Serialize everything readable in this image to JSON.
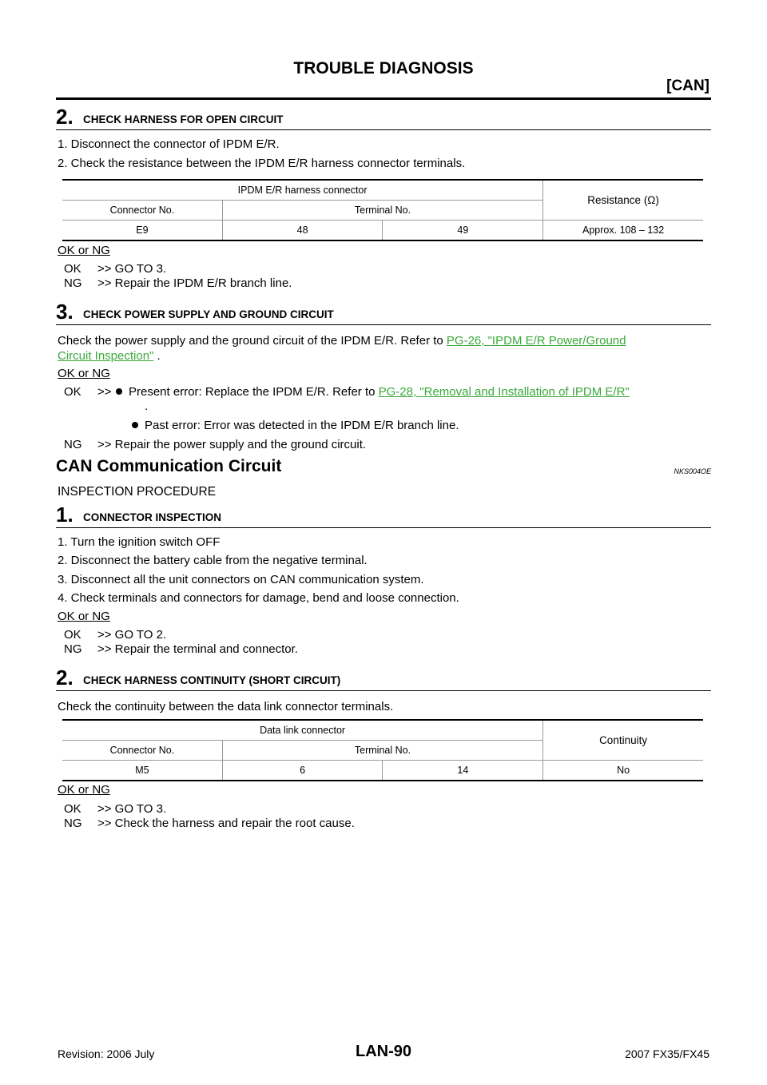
{
  "header": {
    "title": "TROUBLE DIAGNOSIS",
    "section": "[CAN]"
  },
  "step_a": {
    "num": "2.",
    "label": "CHECK HARNESS FOR OPEN CIRCUIT",
    "lines": [
      "1. Disconnect the connector of IPDM  E/R.",
      "2. Check the resistance between the IPDM  E/R harness connector terminals."
    ],
    "table": {
      "group": "IPDM  E/R harness connector",
      "col_conn": "Connector No.",
      "col_term": "Terminal No.",
      "col_res": "Resistance (Ω)",
      "row": [
        "E9",
        "48",
        "49",
        "Approx. 108 – 132"
      ]
    },
    "okng": "OK or NG",
    "ok_key": "OK",
    "ok": ">> GO TO 3.",
    "ng_key": "NG",
    "ng": ">> Repair the IPDM  E/R branch line."
  },
  "step_b": {
    "num": "3.",
    "label": "CHECK POWER SUPPLY AND GROUND CIRCUIT",
    "text1": "Check the power supply and the ground circuit of the IPDM  E/R. Refer to ",
    "link1a": "PG-26, \"IPDM E/R Power/Ground",
    "link1b": "Circuit Inspection\"",
    "text1b": " .",
    "okng": "OK or NG",
    "ok_key": "OK",
    "ok_arrow": ">>",
    "ok_b1": "Present error: Replace the IPDM  E/R. Refer to ",
    "ok_b1_link": "PG-28, \"Removal and Installation of IPDM E/R\"",
    "ok_b1_end": ".",
    "ok_b2": "Past error: Error was detected in the IPDM  E/R branch line.",
    "ng_key": "NG",
    "ng": ">> Repair the power supply and the ground circuit."
  },
  "section2": {
    "title": "CAN Communication Circuit",
    "code": "NKS004OE",
    "proc": "INSPECTION PROCEDURE"
  },
  "step_c": {
    "num": "1.",
    "label": "CONNECTOR INSPECTION",
    "lines": [
      "1. Turn the ignition switch OFF",
      "2. Disconnect the battery cable from the negative terminal.",
      "3. Disconnect all the unit connectors on CAN communication system.",
      "4. Check terminals and connectors for damage, bend and loose connection."
    ],
    "okng": "OK or NG",
    "ok_key": "OK",
    "ok": ">> GO TO 2.",
    "ng_key": "NG",
    "ng": ">> Repair the terminal and connector."
  },
  "step_d": {
    "num": "2.",
    "label": "CHECK HARNESS CONTINUITY (SHORT CIRCUIT)",
    "text": "Check the continuity between the data link connector terminals.",
    "table": {
      "group": "Data link connector",
      "col_conn": "Connector No.",
      "col_term": "Terminal No.",
      "col_res": "Continuity",
      "row": [
        "M5",
        "6",
        "14",
        "No"
      ]
    },
    "okng": "OK or NG",
    "ok_key": "OK",
    "ok": ">> GO TO 3.",
    "ng_key": "NG",
    "ng": ">> Check the harness and repair the root cause."
  },
  "footer": {
    "revision": "Revision: 2006 July",
    "page": "LAN-90",
    "model": "2007 FX35/FX45"
  }
}
